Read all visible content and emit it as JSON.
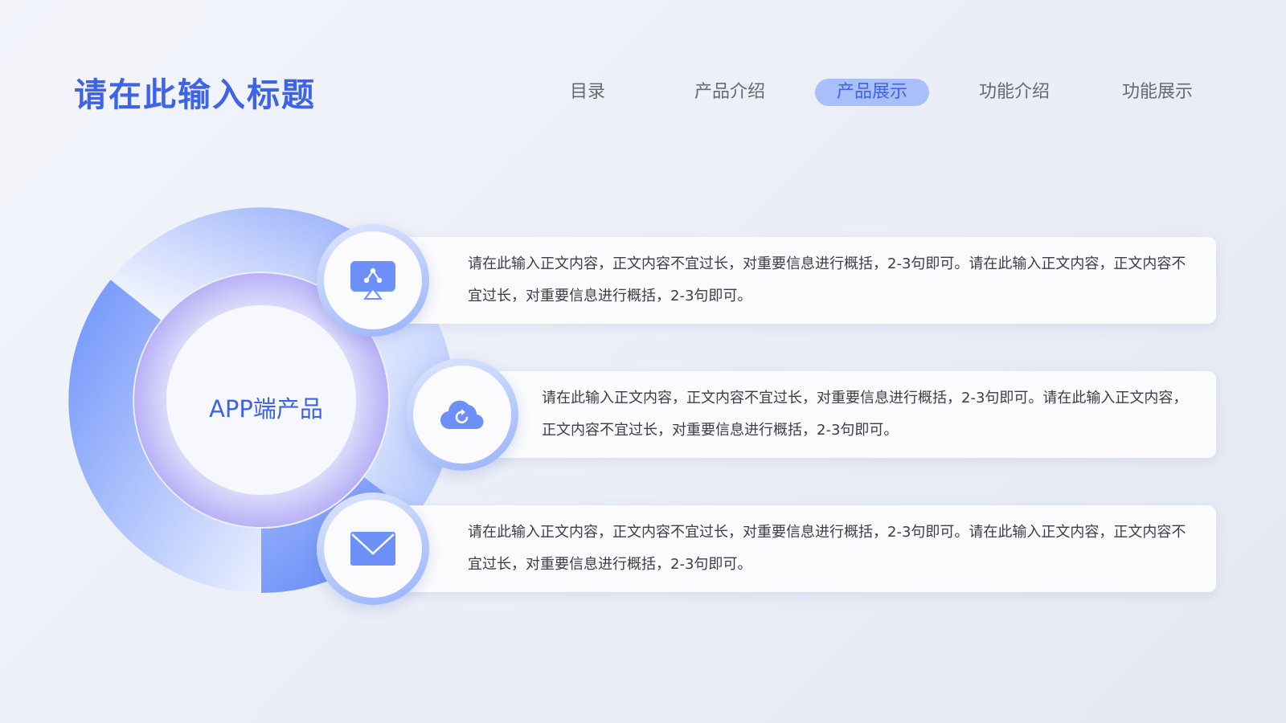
{
  "header": {
    "title": "请在此输入标题"
  },
  "nav": {
    "tabs": [
      {
        "label": "目录",
        "active": false
      },
      {
        "label": "产品介绍",
        "active": false
      },
      {
        "label": "产品展示",
        "active": true
      },
      {
        "label": "功能介绍",
        "active": false
      },
      {
        "label": "功能展示",
        "active": false
      }
    ]
  },
  "diagram": {
    "center_label": "APP端产品"
  },
  "items": [
    {
      "icon": "presentation-screen-icon",
      "text": "请在此输入正文内容，正文内容不宜过长，对重要信息进行概括，2-3句即可。请在此输入正文内容，正文内容不宜过长，对重要信息进行概括，2-3句即可。"
    },
    {
      "icon": "cloud-refresh-icon",
      "text": "请在此输入正文内容，正文内容不宜过长，对重要信息进行概括，2-3句即可。请在此输入正文内容，正文内容不宜过长，对重要信息进行概括，2-3句即可。"
    },
    {
      "icon": "envelope-icon",
      "text": "请在此输入正文内容，正文内容不宜过长，对重要信息进行概括，2-3句即可。请在此输入正文内容，正文内容不宜过长，对重要信息进行概括，2-3句即可。"
    }
  ],
  "colors": {
    "accent": "#3d63e6",
    "accent_light": "#a9bffb",
    "text": "#3b3e45",
    "nav_text": "#666a73"
  }
}
